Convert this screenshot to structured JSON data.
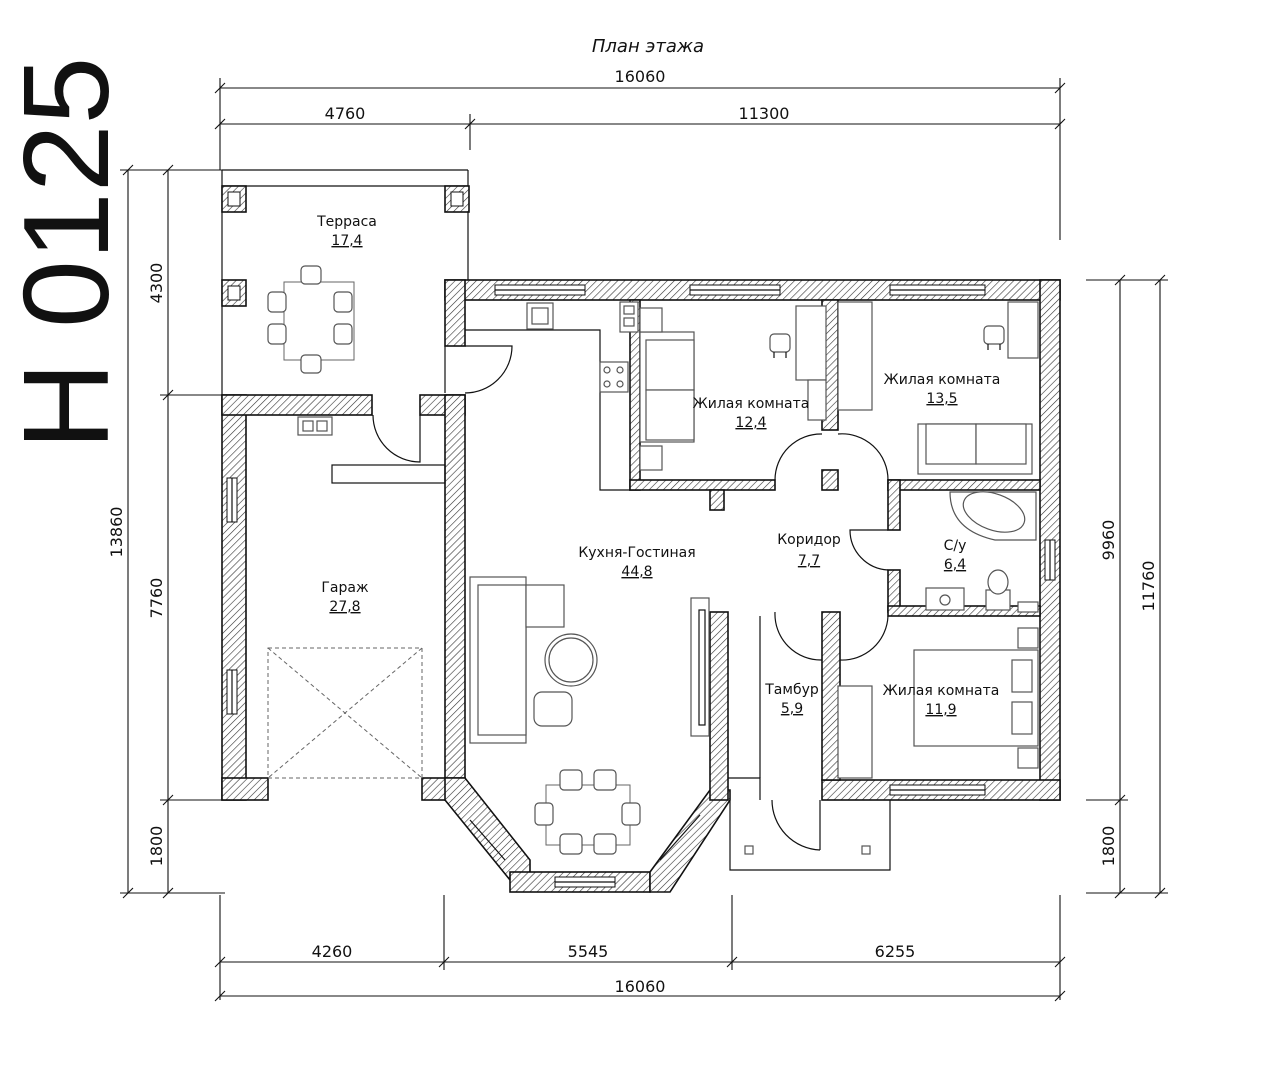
{
  "project_code": "H 0125",
  "plan_title": "План этажа",
  "dimensions": {
    "top_total": "16060",
    "top_left": "4760",
    "top_right": "11300",
    "bottom_left": "4260",
    "bottom_middle": "5545",
    "bottom_right": "6255",
    "bottom_total": "16060",
    "left_total": "13860",
    "left_top": "4300",
    "left_middle": "7760",
    "left_bottom": "1800",
    "right_main": "9960",
    "right_total": "11760",
    "right_bottom": "1800"
  },
  "rooms": [
    {
      "key": "terrace",
      "name": "Терраса",
      "area": "17,4"
    },
    {
      "key": "garage",
      "name": "Гараж",
      "area": "27,8"
    },
    {
      "key": "kitchen_living",
      "name": "Кухня-Гостиная",
      "area": "44,8"
    },
    {
      "key": "living_room_1",
      "name": "Жилая комната",
      "area": "12,4"
    },
    {
      "key": "living_room_2",
      "name": "Жилая комната",
      "area": "13,5"
    },
    {
      "key": "corridor",
      "name": "Коридор",
      "area": "7,7"
    },
    {
      "key": "bathroom",
      "name": "С/у",
      "area": "6,4"
    },
    {
      "key": "vestibule",
      "name": "Тамбур",
      "area": "5,9"
    },
    {
      "key": "living_room_3",
      "name": "Жилая комната",
      "area": "11,9"
    }
  ]
}
